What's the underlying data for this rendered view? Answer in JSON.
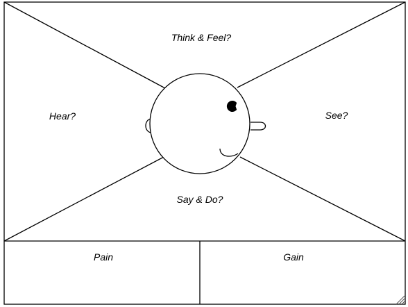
{
  "diagram": {
    "type": "empathy-map",
    "quadrants": {
      "think_feel": "Think & Feel?",
      "hear": "Hear?",
      "see": "See?",
      "say_do": "Say & Do?"
    },
    "bottom": {
      "pain": "Pain",
      "gain": "Gain"
    },
    "colors": {
      "stroke": "#000000",
      "background": "#ffffff"
    }
  }
}
